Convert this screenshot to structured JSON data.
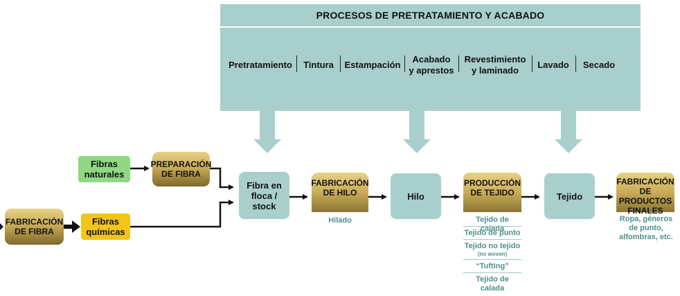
{
  "panel": {
    "title": "PROCESOS DE PRETRATAMIENTO Y ACABADO",
    "processes": [
      "Pretratamiento",
      "Tintura",
      "Estampación",
      "Acabado\ny apres­tos",
      "Revestimiento\ny laminado",
      "Lavado",
      "Secado"
    ]
  },
  "inputs": {
    "fibras_naturales": "Fibras\nnaturales",
    "fibras_quimicas": "Fibras\nquímicas",
    "fabricacion_fibra": "FABRICACIÓN\nDE FIBRA",
    "preparacion_fibra": "PREPARACIÓN\nDE FIBRA"
  },
  "flow": {
    "fibra": "Fibra en\nfloca /\nstock",
    "fabricacion_hilo": "FABRICACIÓN\nDE HILO",
    "hilado": "Hilado",
    "hilo": "Hilo",
    "produccion_tejido": "PRODUCCIÓN\nDE TEJIDO",
    "tejido": "Tejido",
    "fabricacion_productos": "FABRICACIÓN\nDE PRODUCTOS\nFINALES",
    "productos_caption": "Ropa, géneros\nde punto,\nalfombras, etc."
  },
  "tejidos": [
    "Tejido de calada",
    "Tejido de punto",
    "Tejido no tejido",
    "(no woven)",
    "“Tufting”",
    "Tejido de calada"
  ],
  "colors": {
    "teal": "#a8cfcc",
    "gold": "#c9ac57",
    "green": "#90d884",
    "yellow": "#f3c51a",
    "caption": "#4e8f8b"
  }
}
